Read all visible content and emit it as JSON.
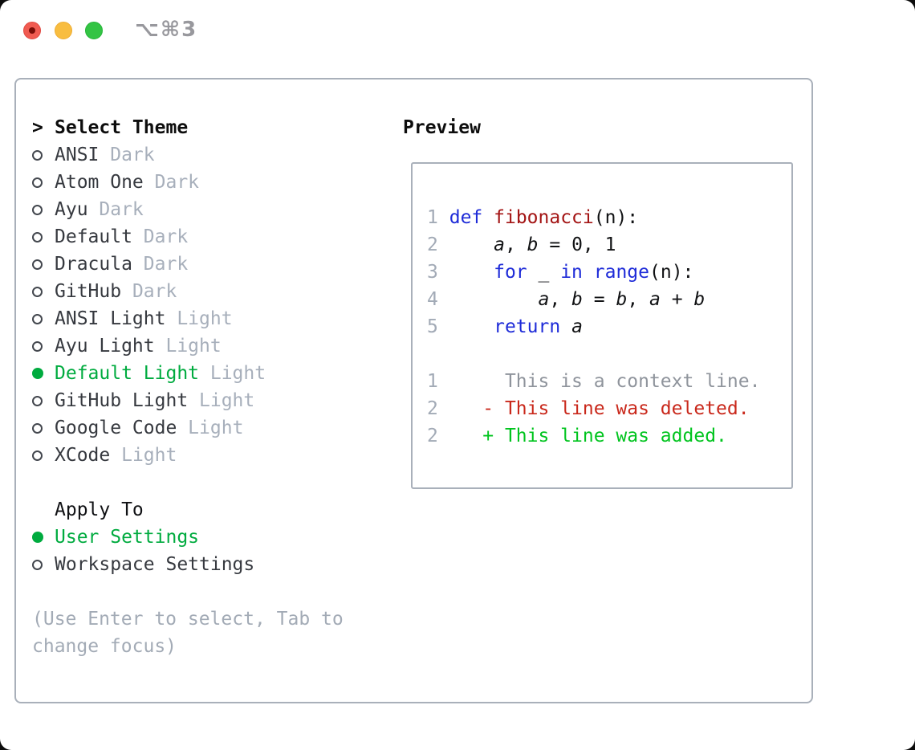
{
  "window": {
    "title": "⌥⌘3",
    "traffic_lights": [
      "close",
      "minimize",
      "zoom"
    ]
  },
  "theme_menu": {
    "title_prefix": ">",
    "title": "Select Theme",
    "themes": [
      {
        "name": "ANSI",
        "variant": "Dark",
        "selected": false
      },
      {
        "name": "Atom One",
        "variant": "Dark",
        "selected": false
      },
      {
        "name": "Ayu",
        "variant": "Dark",
        "selected": false
      },
      {
        "name": "Default",
        "variant": "Dark",
        "selected": false
      },
      {
        "name": "Dracula",
        "variant": "Dark",
        "selected": false
      },
      {
        "name": "GitHub",
        "variant": "Dark",
        "selected": false
      },
      {
        "name": "ANSI Light",
        "variant": "Light",
        "selected": false
      },
      {
        "name": "Ayu Light",
        "variant": "Light",
        "selected": false
      },
      {
        "name": "Default Light",
        "variant": "Light",
        "selected": true
      },
      {
        "name": "GitHub Light",
        "variant": "Light",
        "selected": false
      },
      {
        "name": "Google Code",
        "variant": "Light",
        "selected": false
      },
      {
        "name": "XCode",
        "variant": "Light",
        "selected": false
      }
    ],
    "apply_to": {
      "title": "Apply To",
      "options": [
        {
          "name": "User Settings",
          "selected": true
        },
        {
          "name": "Workspace Settings",
          "selected": false
        }
      ]
    },
    "help_text": "(Use Enter to select, Tab to change focus)"
  },
  "preview": {
    "title": "Preview",
    "lines": [
      {
        "num": "1",
        "parts": [
          {
            "t": " ",
            "c": "p"
          },
          {
            "t": "def",
            "c": "k"
          },
          {
            "t": " ",
            "c": "p"
          },
          {
            "t": "fibonacci",
            "c": "f"
          },
          {
            "t": "(n):",
            "c": "p"
          }
        ]
      },
      {
        "num": "2",
        "parts": [
          {
            "t": "     ",
            "c": "p"
          },
          {
            "t": "a",
            "c": "v"
          },
          {
            "t": ", ",
            "c": "p"
          },
          {
            "t": "b",
            "c": "v"
          },
          {
            "t": " = 0, 1",
            "c": "p"
          }
        ]
      },
      {
        "num": "3",
        "parts": [
          {
            "t": "     ",
            "c": "p"
          },
          {
            "t": "for",
            "c": "k"
          },
          {
            "t": " _ ",
            "c": "p"
          },
          {
            "t": "in",
            "c": "k"
          },
          {
            "t": " ",
            "c": "p"
          },
          {
            "t": "range",
            "c": "k"
          },
          {
            "t": "(n):",
            "c": "p"
          }
        ]
      },
      {
        "num": "4",
        "parts": [
          {
            "t": "         ",
            "c": "p"
          },
          {
            "t": "a",
            "c": "v"
          },
          {
            "t": ", ",
            "c": "p"
          },
          {
            "t": "b",
            "c": "v"
          },
          {
            "t": " = ",
            "c": "p"
          },
          {
            "t": "b",
            "c": "v"
          },
          {
            "t": ", ",
            "c": "p"
          },
          {
            "t": "a",
            "c": "v"
          },
          {
            "t": " + ",
            "c": "p"
          },
          {
            "t": "b",
            "c": "v"
          }
        ]
      },
      {
        "num": "5",
        "parts": [
          {
            "t": "     ",
            "c": "p"
          },
          {
            "t": "return",
            "c": "k"
          },
          {
            "t": " ",
            "c": "p"
          },
          {
            "t": "a",
            "c": "v"
          }
        ]
      },
      {
        "num": "",
        "parts": []
      },
      {
        "num": "1",
        "parts": [
          {
            "t": "      This is a context line.",
            "c": "ctx"
          }
        ]
      },
      {
        "num": "2",
        "parts": [
          {
            "t": "    ",
            "c": "p"
          },
          {
            "t": "- This line was deleted.",
            "c": "del"
          }
        ]
      },
      {
        "num": "2",
        "parts": [
          {
            "t": "    ",
            "c": "p"
          },
          {
            "t": "+ This line was added.",
            "c": "add"
          }
        ]
      }
    ]
  },
  "colors": {
    "selected_green": "#00ab3f",
    "added_green": "#00c41e",
    "deleted_red": "#c9281b",
    "keyword_blue": "#1e2bd8",
    "function_red": "#a31414",
    "muted_gray": "#a7afbb",
    "border_gray": "#a9b0ba"
  }
}
